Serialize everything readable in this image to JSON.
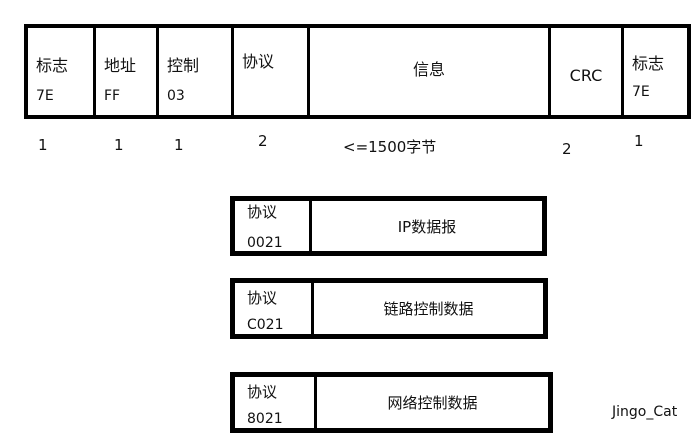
{
  "frame": [
    {
      "label": "标志",
      "value": "7E",
      "size": "1"
    },
    {
      "label": "地址",
      "value": "FF",
      "size": "1"
    },
    {
      "label": "控制",
      "value": "03",
      "size": "1"
    },
    {
      "label": "协议",
      "value": "",
      "size": "2"
    },
    {
      "label": "信息",
      "value": "",
      "size": "<=1500字节"
    },
    {
      "label": "CRC",
      "value": "",
      "size": "2"
    },
    {
      "label": "标志",
      "value": "7E",
      "size": "1"
    }
  ],
  "protocols": [
    {
      "label": "协议",
      "code": "0021",
      "desc": "IP数据报"
    },
    {
      "label": "协议",
      "code": "C021",
      "desc": "链路控制数据"
    },
    {
      "label": "协议",
      "code": "8021",
      "desc": "网络控制数据"
    }
  ],
  "watermark": "Jingo_Cat"
}
